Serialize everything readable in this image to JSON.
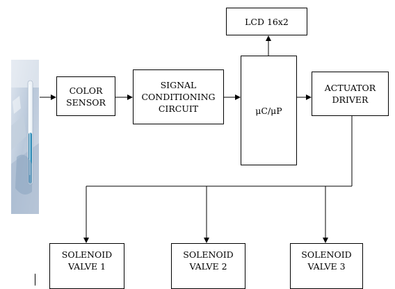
{
  "diagram": {
    "photo": {
      "icon": "test-tube-photo-icon",
      "colors": {
        "background": "#c9d6e6",
        "tube_glass": "#e8eef5",
        "liquid": "#3a9ec9",
        "glove": "#9fb4cc"
      }
    },
    "color_sensor": {
      "lines": [
        "COLOR",
        "SENSOR"
      ]
    },
    "signal_conditioning": {
      "lines": [
        "SIGNAL",
        "CONDITIONING",
        "CIRCUIT"
      ]
    },
    "microcontroller": {
      "lines": [
        "μC/μP"
      ]
    },
    "lcd": {
      "lines": [
        "LCD 16x2"
      ]
    },
    "actuator_driver": {
      "lines": [
        "ACTUATOR",
        "DRIVER"
      ]
    },
    "valves": [
      {
        "lines": [
          "SOLENOID",
          "VALVE 1"
        ]
      },
      {
        "lines": [
          "SOLENOID",
          "VALVE 2"
        ]
      },
      {
        "lines": [
          "SOLENOID",
          "VALVE 3"
        ]
      }
    ],
    "connections": [
      {
        "from": "photo",
        "to": "color_sensor"
      },
      {
        "from": "color_sensor",
        "to": "signal_conditioning"
      },
      {
        "from": "signal_conditioning",
        "to": "microcontroller"
      },
      {
        "from": "microcontroller",
        "to": "lcd"
      },
      {
        "from": "microcontroller",
        "to": "actuator_driver"
      },
      {
        "from": "actuator_driver",
        "to": "valve_1"
      },
      {
        "from": "actuator_driver",
        "to": "valve_2"
      },
      {
        "from": "actuator_driver",
        "to": "valve_3"
      }
    ],
    "line_color": "#000000"
  }
}
